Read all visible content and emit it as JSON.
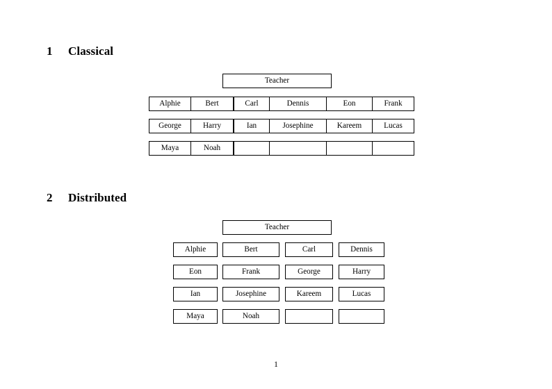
{
  "document": {
    "page_number": "1"
  },
  "sections": [
    {
      "number": "1",
      "title": "Classical",
      "teacher_label": "Teacher",
      "groups": [
        {
          "rows": [
            {
              "left": "Alphie",
              "right": "Bert"
            },
            {
              "left": "George",
              "right": "Harry"
            },
            {
              "left": "Maya",
              "right": "Noah"
            }
          ]
        },
        {
          "rows": [
            {
              "left": "Carl",
              "right": "Dennis"
            },
            {
              "left": "Ian",
              "right": "Josephine"
            },
            {
              "left": "",
              "right": ""
            }
          ]
        },
        {
          "rows": [
            {
              "left": "Eon",
              "right": "Frank"
            },
            {
              "left": "Kareem",
              "right": "Lucas"
            },
            {
              "left": "",
              "right": ""
            }
          ]
        }
      ]
    },
    {
      "number": "2",
      "title": "Distributed",
      "teacher_label": "Teacher",
      "columns": [
        {
          "cells": [
            "Alphie",
            "Eon",
            "Ian",
            "Maya"
          ]
        },
        {
          "cells": [
            "Bert",
            "Frank",
            "Josephine",
            "Noah"
          ]
        },
        {
          "cells": [
            "Carl",
            "George",
            "Kareem",
            ""
          ]
        },
        {
          "cells": [
            "Dennis",
            "Harry",
            "Lucas",
            ""
          ]
        }
      ]
    }
  ]
}
